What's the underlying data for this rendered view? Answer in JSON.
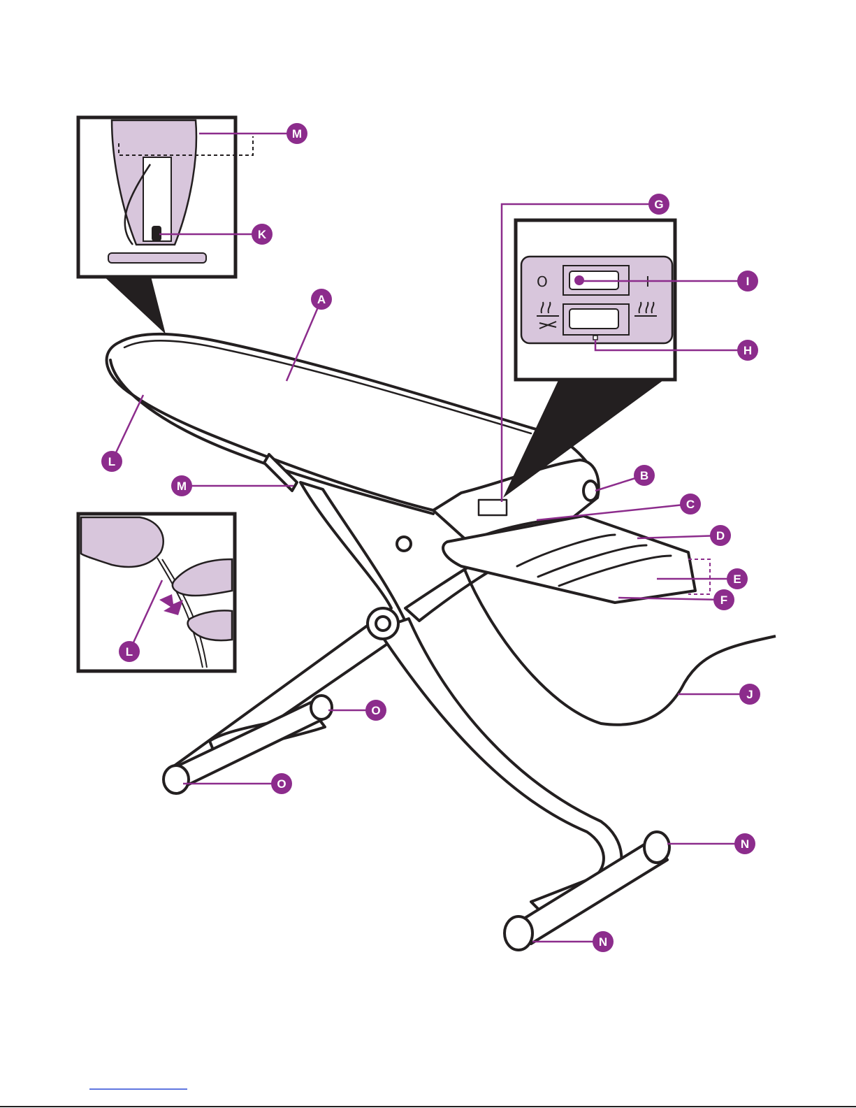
{
  "colors": {
    "accent": "#8c2c8c",
    "lilac": "#d8c6dc",
    "outline": "#231f20",
    "background": "#ffffff"
  },
  "callouts": [
    {
      "id": "A",
      "label": "A"
    },
    {
      "id": "B",
      "label": "B"
    },
    {
      "id": "C",
      "label": "C"
    },
    {
      "id": "D",
      "label": "D"
    },
    {
      "id": "E",
      "label": "E"
    },
    {
      "id": "F",
      "label": "F"
    },
    {
      "id": "G",
      "label": "G"
    },
    {
      "id": "H",
      "label": "H"
    },
    {
      "id": "I",
      "label": "I"
    },
    {
      "id": "J",
      "label": "J"
    },
    {
      "id": "K",
      "label": "K"
    },
    {
      "id": "L1",
      "label": "L"
    },
    {
      "id": "L2",
      "label": "L"
    },
    {
      "id": "M1",
      "label": "M"
    },
    {
      "id": "M2",
      "label": "M"
    },
    {
      "id": "N1",
      "label": "N"
    },
    {
      "id": "N2",
      "label": "N"
    },
    {
      "id": "O1",
      "label": "O"
    },
    {
      "id": "O2",
      "label": "O"
    }
  ],
  "control_panel": {
    "off_symbol": "O",
    "on_symbol": "I"
  },
  "icons": [
    "steam-off-icon",
    "steam-on-icon",
    "arrow-icon"
  ]
}
